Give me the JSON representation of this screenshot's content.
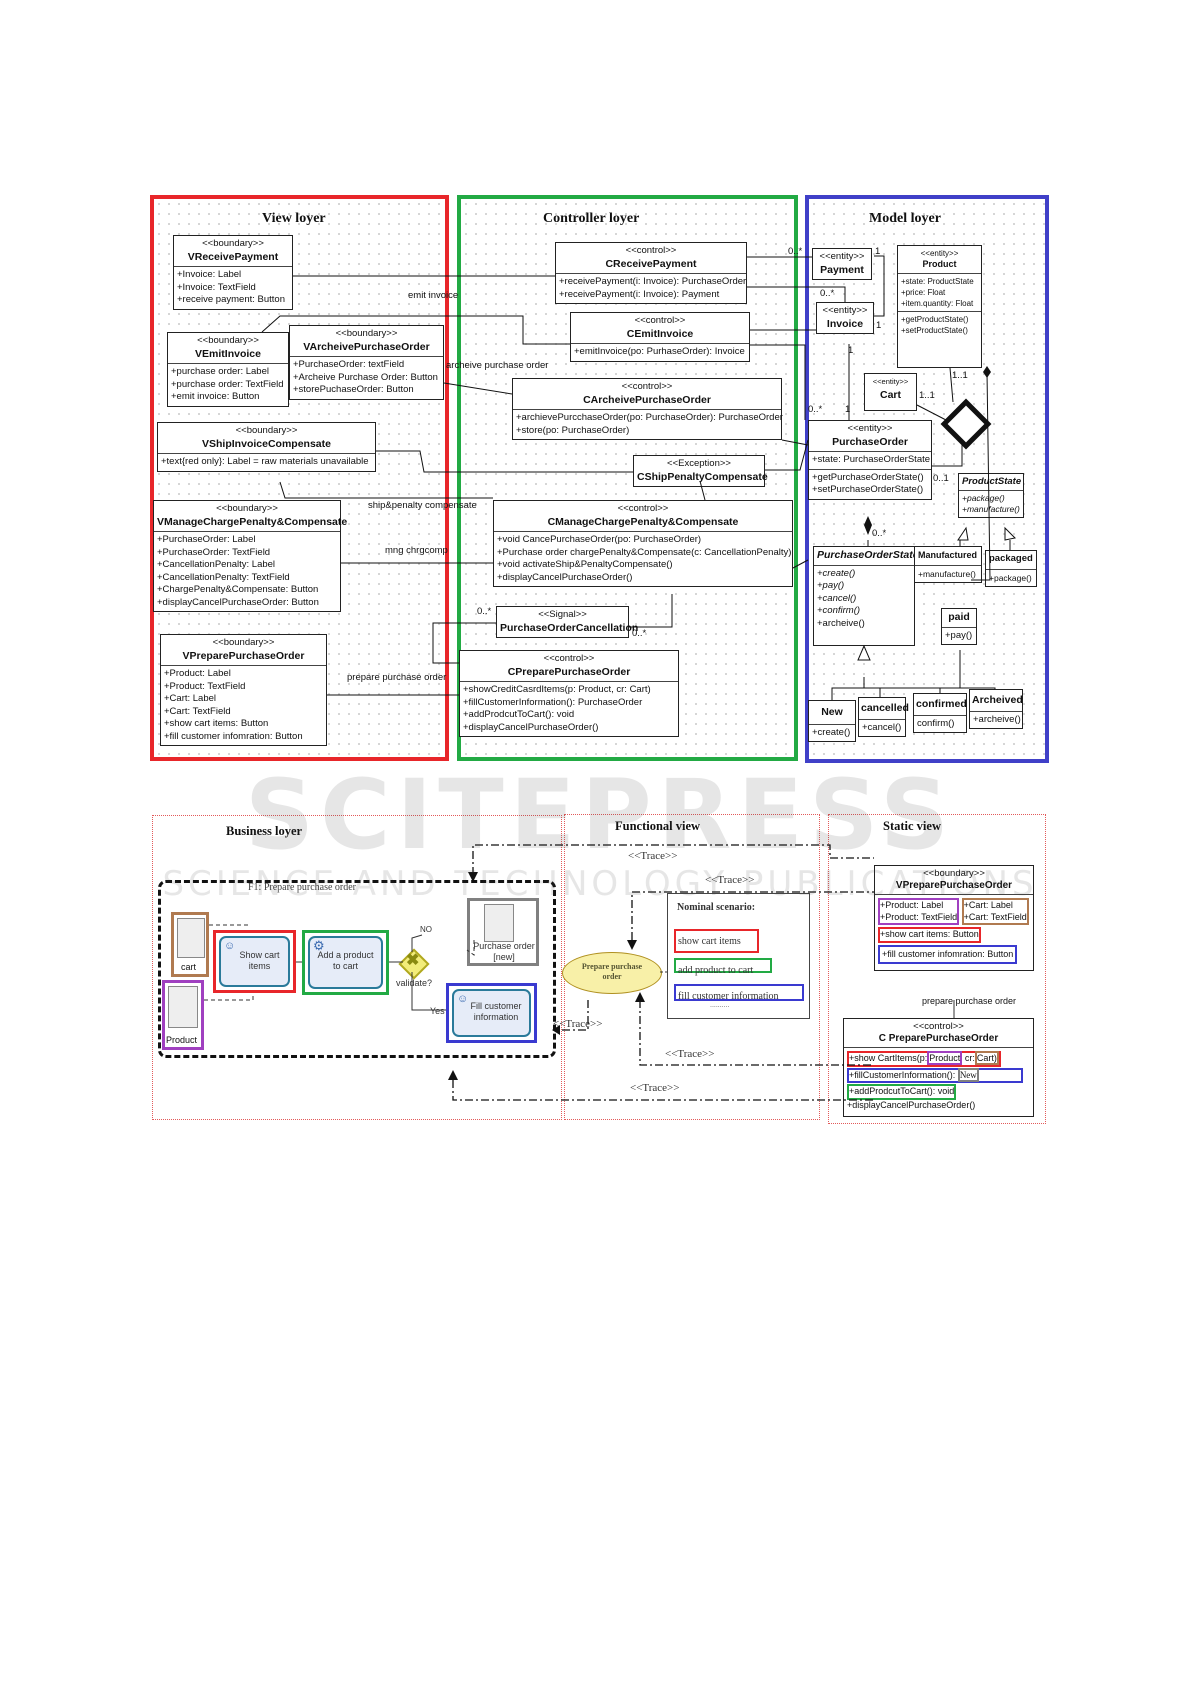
{
  "top": {
    "view_layer": {
      "title": "View  loyer",
      "color": "#e8262a",
      "classes": [
        {
          "stereotype": "<<boundary>>",
          "name": "VReceivePayment",
          "attributes": [
            "+Invoice: Label",
            "+Invoice: TextField",
            "+receive payment: Button"
          ]
        },
        {
          "stereotype": "<<boundary>>",
          "name": "VEmitInvoice",
          "attributes": [
            "+purchase order: Label",
            "+purchase order: TextField",
            "+emit invoice: Button"
          ]
        },
        {
          "stereotype": "<<boundary>>",
          "name": "VArcheivePurchaseOrder",
          "attributes": [
            "+PurchaseOrder: textField",
            "+Archeive Purchase Order: Button",
            "+storePuchaseOrder: Button"
          ]
        },
        {
          "stereotype": "<<boundary>>",
          "name": "VShipInvoiceCompensate",
          "attributes": [
            "+text{red only}: Label = raw materials unavailable"
          ]
        },
        {
          "stereotype": "<<boundary>>",
          "name": "VManageChargePenalty&Compensate",
          "attributes": [
            "+PurchaseOrder: Label",
            "+PurchaseOrder: TextField",
            "+CancellationPenalty: Label",
            "+CancellationPenalty: TextField",
            "+ChargePenalty&Compensate: Button",
            "+displayCancelPurchaseOrder: Button"
          ]
        },
        {
          "stereotype": "<<boundary>>",
          "name": "VPreparePurchaseOrder",
          "attributes": [
            "+Product: Label",
            "+Product: TextField",
            "+Cart: Label",
            "+Cart: TextField",
            "+show cart items: Button",
            "+fill customer infomration: Button"
          ]
        }
      ]
    },
    "controller_layer": {
      "title": "Controller loyer",
      "color": "#22aa44",
      "classes": [
        {
          "stereotype": "<<control>>",
          "name": "CReceivePayment",
          "operations": [
            "+receivePayment(i: Invoice): PurchaseOrder",
            "+receivePayment(i: Invoice): Payment"
          ]
        },
        {
          "stereotype": "<<control>>",
          "name": "CEmitInvoice",
          "operations": [
            "+emitInvoice(po: PurhaseOrder): Invoice"
          ]
        },
        {
          "stereotype": "<<control>>",
          "name": "CArcheivePurchaseOrder",
          "operations": [
            "+archievePurcchaseOrder(po: PurchaseOrder): PurchaseOrder",
            "+store(po: PurchaseOrder)"
          ]
        },
        {
          "stereotype": "<<Exception>>",
          "name": "CShipPenaltyCompensate",
          "operations": []
        },
        {
          "stereotype": "<<control>>",
          "name": "CManageChargePenalty&Compensate",
          "operations": [
            "+void CancePurchaseOrder(po: PurchaseOrder)",
            "+Purchase order chargePenalty&Compensate(c: CancellationPenalty)",
            "+void activateShip&PenaltyCompensate()",
            "+displayCancelPurchaseOrder()"
          ]
        },
        {
          "stereotype": "<<Signal>>",
          "name": "PurchaseOrderCancellation",
          "operations": []
        },
        {
          "stereotype": "<<control>>",
          "name": "CPreparePurchaseOrder",
          "operations": [
            "+showCreditCasrdItems(p: Product, cr: Cart)",
            "+fillCustomerInformation(): PurchaseOrder",
            "+addProdcutToCart(): void",
            "+displayCancelPurchaseOrder()"
          ]
        }
      ],
      "links": [
        "emit invoice",
        "archeive purchase order",
        "ship&penalty compensate",
        "mng chrgcomp",
        "prepare purchase order"
      ],
      "multiplicities": [
        "0..*",
        "0..*"
      ]
    },
    "model_layer": {
      "title": "Model loyer",
      "color": "#4040c8",
      "payment": {
        "stereotype": "<<entity>>",
        "name": "Payment"
      },
      "invoice": {
        "stereotype": "<<entity>>",
        "name": "Invoice"
      },
      "product": {
        "stereotype": "<<entity>>",
        "name": "Product",
        "attributes": [
          "+state: ProductState",
          "+price: Float",
          "+item.quantity: Float"
        ],
        "operations": [
          "+getProductState()",
          "+setProductState()"
        ]
      },
      "cart": {
        "stereotype": "<<entity>>",
        "name": "Cart"
      },
      "purchase_order": {
        "stereotype": "<<entity>>",
        "name": "PurchaseOrder",
        "attributes": [
          "+state: PurchaseOrderState"
        ],
        "operations": [
          "+getPurchaseOrderState()",
          "+setPurchaseOrderState()"
        ]
      },
      "product_state": {
        "name": "ProductState",
        "operations": [
          "+package()",
          "+manufacture()"
        ]
      },
      "purchase_order_state": {
        "name": "PurchaseOrderState",
        "abstract_ops": [
          "+create()",
          "+pay()",
          "+cancel()",
          "+confirm()"
        ],
        "ops": [
          "+archeive()"
        ]
      },
      "manufactured": {
        "name": "Manufactured",
        "operations": [
          "+manufacture()"
        ]
      },
      "packaged": {
        "name": "packaged",
        "operations": [
          "+package()"
        ]
      },
      "paid": {
        "name": "paid",
        "operations": [
          "+pay()"
        ]
      },
      "new": {
        "name": "New",
        "operations": [
          "+create()"
        ]
      },
      "cancelled": {
        "name": "cancelled",
        "operations": [
          "+cancel()"
        ]
      },
      "confirmed": {
        "name": "confirmed",
        "operations": [
          "confirm()"
        ]
      },
      "archeived": {
        "name": "Archeived",
        "operations": [
          "+archeive()"
        ]
      },
      "multiplicities": {
        "pay_left": "0..*",
        "pay_right": "1",
        "inv_top": "0..*",
        "inv_right": "1",
        "inv_bottom": "1",
        "po_left": "0..*",
        "po_top": "1",
        "cart": "1..1",
        "product": "1..1",
        "po_state": "0..1",
        "po_comp": "0..*"
      }
    }
  },
  "bottom": {
    "business": {
      "title": "Business loyer",
      "pool_label": "F1: Prepare purchase order",
      "cart_label": "cart",
      "product_label": "Product",
      "task_show": "Show cart items",
      "task_add": "Add a product to cart",
      "task_fill": "Fill customer information",
      "gateway": "validate?",
      "no": "NO",
      "yes": "Yes",
      "doc_purchase": "Purchase order [new]"
    },
    "functional": {
      "title": "Functional view",
      "use_case": "Prepare purchase order",
      "scenario_title": "Nominal scenario:",
      "steps": [
        "show cart items",
        "add product to cart",
        "fill customer information"
      ],
      "ellipsis": "..........",
      "trace": "<<Trace>>"
    },
    "static": {
      "title": "Static view",
      "boundary": {
        "stereotype": "<<boundary>>",
        "name": "VPreparePurchaseOrder",
        "rows": [
          "+Product: Label",
          "+Product: TextField",
          "+Cart: Label",
          "+Cart: TextField",
          "+show cart items: Button",
          "+fill customer infomration: Button"
        ]
      },
      "link": "prepare purchase order",
      "control": {
        "stereotype": "<<control>>",
        "name": "C PreparePurchaseOrder",
        "row1": [
          "+show CartItems(p:",
          "Product",
          "cr:",
          "Cart)"
        ],
        "row2": [
          "+fillCustomerInformation():",
          "New"
        ],
        "row3": "+addProdcutToCart(): void",
        "row4": "+displayCancelPurchaseOrder()"
      }
    },
    "colors": {
      "red": "#e8262a",
      "green": "#22aa44",
      "blue": "#3a3ad0",
      "purple": "#a040c0",
      "brown": "#b07a50",
      "gray": "#808080"
    }
  },
  "watermark": {
    "line1": "SCITEPRESS",
    "line2": "SCIENCE AND TECHNOLOGY PUBLICATIONS"
  }
}
